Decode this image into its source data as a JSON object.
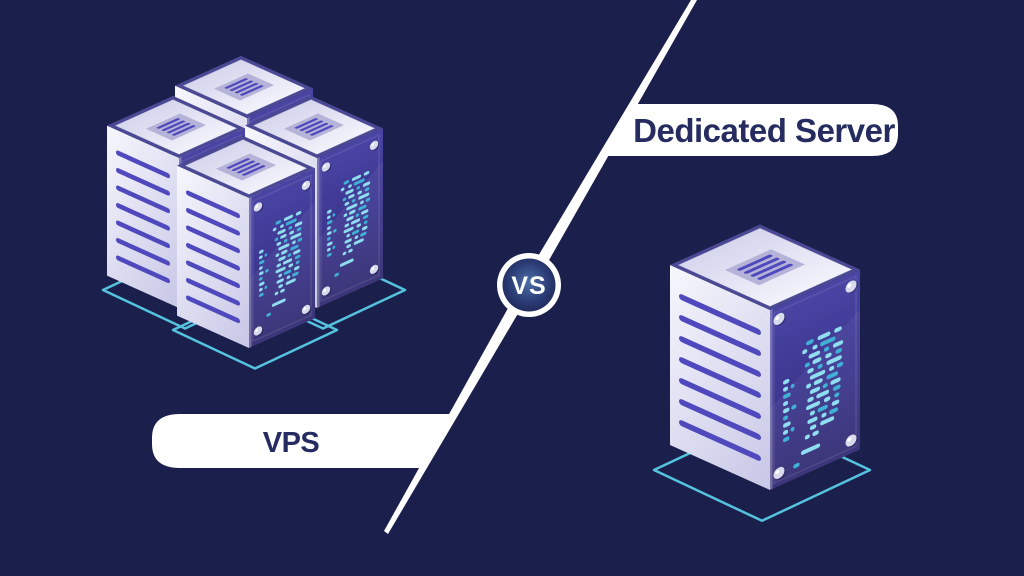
{
  "banner": {
    "left": {
      "label": "VPS"
    },
    "right": {
      "label": "Dedicated Server"
    },
    "versus_badge": {
      "label": "VS"
    }
  },
  "colors": {
    "background": "#1b1f4b",
    "divider": "#ffffff",
    "pill_bg": "#ffffff",
    "pill_text": "#272c60",
    "badge_ring": "#ffffff",
    "badge_center": "#4c70a8",
    "badge_edge": "#1c2351",
    "badge_text": "#ffffff",
    "face_light_top": "#f7f7fd",
    "face_light_bottom": "#c9c9e8",
    "stripe_purple": "#4f49bd",
    "face_dark_top": "#4a44a4",
    "face_dark_bottom": "#322c72",
    "top_rim": "#4b4894",
    "lid_light": "#f2f2fb",
    "lid_shade": "#d6d6ee",
    "vent_bg": "#b5b3d8",
    "code_teal_light": "#8fdef0",
    "code_teal": "#3fb0d6",
    "platform_teal": "#55c3de",
    "screw": "#d8daee"
  }
}
